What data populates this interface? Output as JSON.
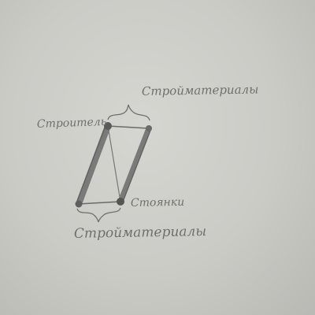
{
  "labels": {
    "top_left": "Строитель",
    "top_right": "Стройматериалы",
    "bottom_right": "Стоянки",
    "bottom": "Стройматериалы"
  },
  "colors": {
    "paper": "#cfcfca",
    "pencil": "#757573",
    "pencil_dark": "#5c5c5a",
    "text": "#6f6f6c"
  }
}
